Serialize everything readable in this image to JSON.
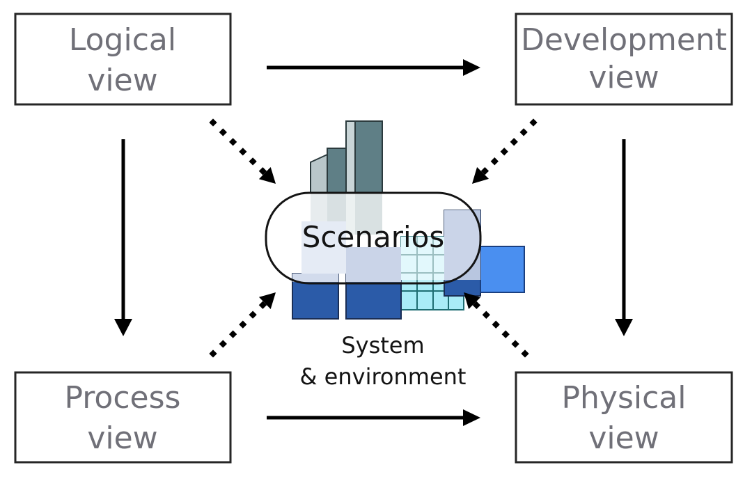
{
  "diagram": {
    "title": "4+1 architectural view model",
    "views": [
      {
        "id": "logical",
        "line1": "Logical",
        "line2": "view"
      },
      {
        "id": "development",
        "line1": "Development",
        "line2": "view"
      },
      {
        "id": "process",
        "line1": "Process",
        "line2": "view"
      },
      {
        "id": "physical",
        "line1": "Physical",
        "line2": "view"
      }
    ],
    "center": {
      "label": "Scenarios",
      "caption_line1": "System",
      "caption_line2": "& environment"
    },
    "edges": [
      {
        "from": "logical",
        "to": "development",
        "style": "solid"
      },
      {
        "from": "logical",
        "to": "process",
        "style": "solid"
      },
      {
        "from": "development",
        "to": "physical",
        "style": "solid"
      },
      {
        "from": "process",
        "to": "physical",
        "style": "solid"
      },
      {
        "from": "logical",
        "to": "scenarios",
        "style": "dotted"
      },
      {
        "from": "development",
        "to": "scenarios",
        "style": "dotted"
      },
      {
        "from": "process",
        "to": "scenarios",
        "style": "dotted"
      },
      {
        "from": "physical",
        "to": "scenarios",
        "style": "dotted"
      }
    ],
    "colors": {
      "view_text": "#707078",
      "box_border": "#262626",
      "arrow": "#000000",
      "building_dark": "#5f7f86",
      "building_light": "#b9c7ca",
      "block_dark_blue": "#2b5ba8",
      "block_bright_blue": "#4a8ff0",
      "grid_cyan": "#a9ecf7",
      "grid_line": "#1f6e73"
    }
  }
}
